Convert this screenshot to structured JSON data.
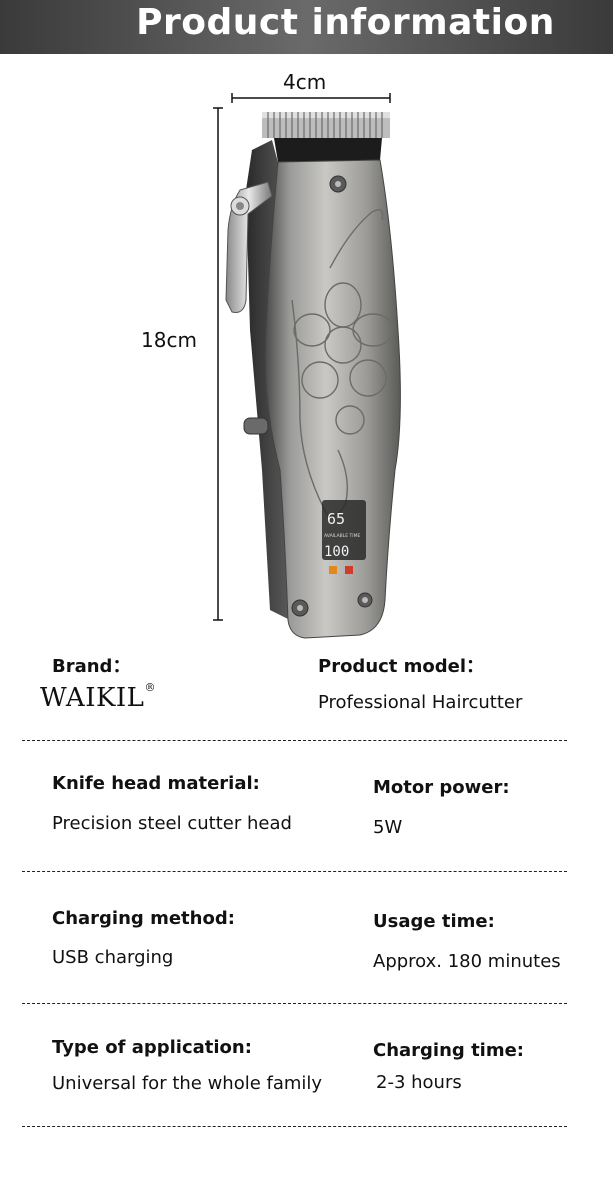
{
  "header": {
    "title": "Product information"
  },
  "dimensions": {
    "width": "4cm",
    "height": "18cm"
  },
  "product_display": {
    "digits_top": "65",
    "screen_text": "AVAILABLE TIME",
    "digits_bottom": "100"
  },
  "specs": {
    "brand_label": "Brand：",
    "brand_value": "WAIKIL",
    "brand_mark": "®",
    "model_label": "Product model：",
    "model_value": "Professional Haircutter",
    "blade_label": "Knife head material:",
    "blade_value": "Precision steel cutter head",
    "power_label": "Motor power:",
    "power_value": "5W",
    "charging_label": "Charging method:",
    "charging_value": "USB charging",
    "usage_label": "Usage time:",
    "usage_value": "Approx. 180 minutes",
    "application_label": "Type of application:",
    "application_value": "Universal for the whole family",
    "charge_time_label": "Charging time:",
    "charge_time_value": "2-3 hours"
  }
}
